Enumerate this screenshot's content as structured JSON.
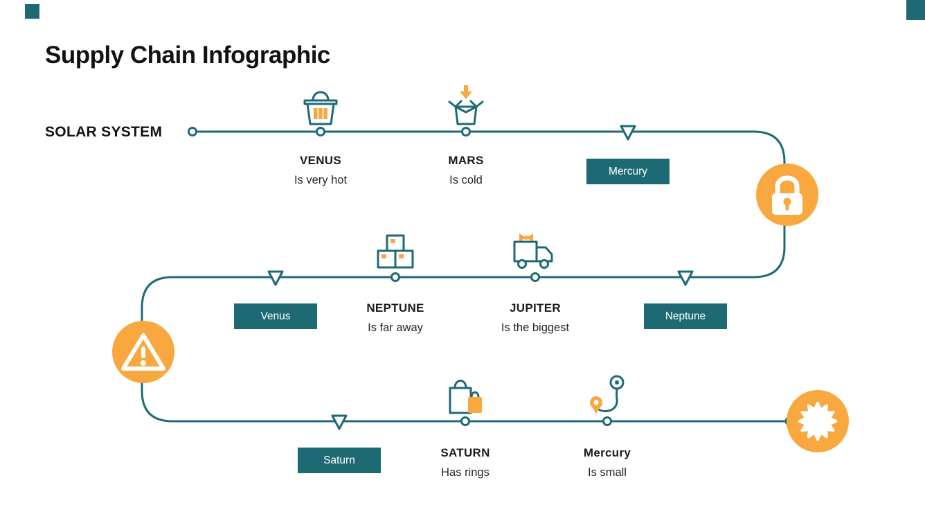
{
  "slide": {
    "title": "Supply Chain Infographic",
    "track_label": "SOLAR SYSTEM"
  },
  "stops": [
    {
      "name": "VENUS",
      "desc": "Is very hot",
      "icon": "shopping-basket-icon"
    },
    {
      "name": "MARS",
      "desc": "Is cold",
      "icon": "open-box-download-icon"
    },
    {
      "name": "NEPTUNE",
      "desc": "Is far away",
      "icon": "stacked-boxes-icon"
    },
    {
      "name": "JUPITER",
      "desc": "Is the biggest",
      "icon": "delivery-truck-gift-icon"
    },
    {
      "name": "SATURN",
      "desc": "Has rings",
      "icon": "shopping-bags-icon"
    },
    {
      "name": "Mercury",
      "desc": "Is small",
      "icon": "map-route-pins-icon"
    }
  ],
  "badges": [
    {
      "label": "Mercury"
    },
    {
      "label": "Venus"
    },
    {
      "label": "Neptune"
    },
    {
      "label": "Saturn"
    }
  ],
  "milestones": [
    {
      "icon": "lock-icon"
    },
    {
      "icon": "warning-icon"
    },
    {
      "icon": "starburst-icon"
    }
  ],
  "colors": {
    "teal": "#1e6a74",
    "orange": "#f8a83f",
    "title": "#121212",
    "text": "#262626"
  }
}
